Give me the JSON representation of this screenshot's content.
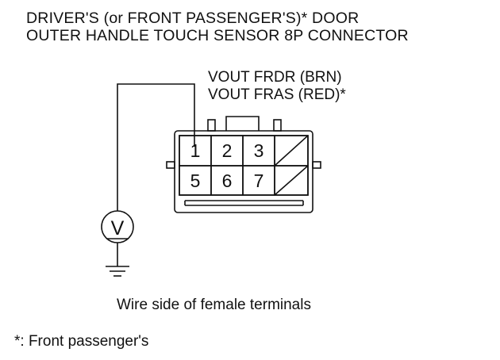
{
  "title": {
    "line1": "DRIVER'S (or FRONT PASSENGER'S)* DOOR",
    "line2": "OUTER HANDLE TOUCH SENSOR 8P CONNECTOR"
  },
  "wire_labels": {
    "line1": "VOUT FRDR (BRN)",
    "line2": "VOUT FRAS (RED)*"
  },
  "pins": {
    "p1": "1",
    "p2": "2",
    "p3": "3",
    "p5": "5",
    "p6": "6",
    "p7": "7"
  },
  "meter_symbol": "V",
  "caption": "Wire side of female terminals",
  "footnote": "*: Front passenger's"
}
